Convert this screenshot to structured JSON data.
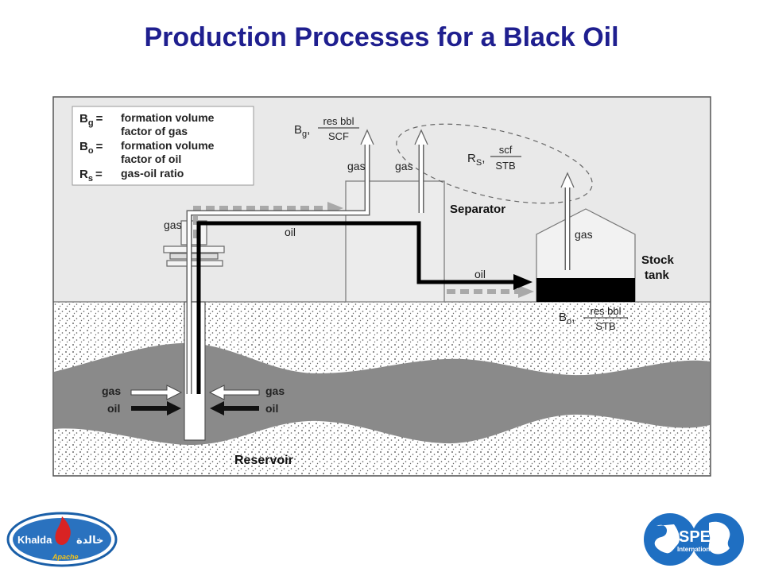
{
  "title": "Production Processes for a Black Oil",
  "legend": {
    "bg_symbol": "B",
    "bg_sub": "g",
    "bg_def_line1": "formation volume",
    "bg_def_line2": "factor of gas",
    "bo_symbol": "B",
    "bo_sub": "o",
    "bo_def_line1": "formation volume",
    "bo_def_line2": "factor of oil",
    "rs_symbol": "R",
    "rs_sub": "s",
    "rs_def_line1": "gas-oil ratio",
    "equals": "="
  },
  "units": {
    "bg_symbol": "B",
    "bg_sub": "g",
    "bg_num": "res bbl",
    "bg_den": "SCF",
    "rs_symbol": "R",
    "rs_sub": "S",
    "rs_num": "scf",
    "rs_den": "STB",
    "bo_symbol": "B",
    "bo_sub": "o",
    "bo_num": "res bbl",
    "bo_den": "STB",
    "comma": ","
  },
  "labels": {
    "gas": "gas",
    "oil": "oil",
    "separator": "Separator",
    "stock_line1": "Stock",
    "stock_line2": "tank",
    "reservoir": "Reservoir"
  },
  "logos": {
    "left_text": "Khalda",
    "left_arabic": "خالدة",
    "left_sub": "Apache",
    "right_text": "SPE",
    "right_sub": "International"
  },
  "colors": {
    "title": "#1f1f8f",
    "sky": "#e9e9e9",
    "ground": "#ffffff",
    "reservoir_band": "#8a8a8a",
    "oil_line": "#000000",
    "gas_dashed": "#a9a9a9"
  }
}
